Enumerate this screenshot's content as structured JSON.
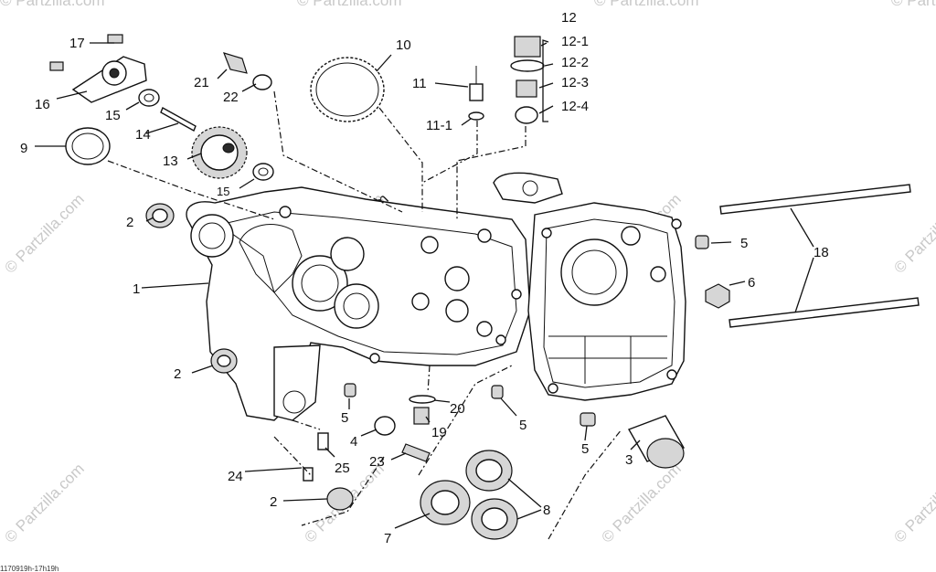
{
  "diagram": {
    "callouts": [
      {
        "id": "c1",
        "text": "1"
      },
      {
        "id": "c2a",
        "text": "2"
      },
      {
        "id": "c2b",
        "text": "2"
      },
      {
        "id": "c2c",
        "text": "2"
      },
      {
        "id": "c3",
        "text": "3"
      },
      {
        "id": "c4",
        "text": "4"
      },
      {
        "id": "c5a",
        "text": "5"
      },
      {
        "id": "c5b",
        "text": "5"
      },
      {
        "id": "c5c",
        "text": "5"
      },
      {
        "id": "c5d",
        "text": "5"
      },
      {
        "id": "c6",
        "text": "6"
      },
      {
        "id": "c7",
        "text": "7"
      },
      {
        "id": "c8",
        "text": "8"
      },
      {
        "id": "c9",
        "text": "9"
      },
      {
        "id": "c10",
        "text": "10"
      },
      {
        "id": "c11",
        "text": "11"
      },
      {
        "id": "c11_1",
        "text": "11-1"
      },
      {
        "id": "c12",
        "text": "12"
      },
      {
        "id": "c12_1",
        "text": "12-1"
      },
      {
        "id": "c12_2",
        "text": "12-2"
      },
      {
        "id": "c12_3",
        "text": "12-3"
      },
      {
        "id": "c12_4",
        "text": "12-4"
      },
      {
        "id": "c13",
        "text": "13"
      },
      {
        "id": "c14",
        "text": "14"
      },
      {
        "id": "c15a",
        "text": "15"
      },
      {
        "id": "c15b",
        "text": "15"
      },
      {
        "id": "c16",
        "text": "16"
      },
      {
        "id": "c17",
        "text": "17"
      },
      {
        "id": "c18",
        "text": "18"
      },
      {
        "id": "c19",
        "text": "19"
      },
      {
        "id": "c20",
        "text": "20"
      },
      {
        "id": "c21",
        "text": "21"
      },
      {
        "id": "c22",
        "text": "22"
      },
      {
        "id": "c23",
        "text": "23"
      },
      {
        "id": "c24",
        "text": "24"
      },
      {
        "id": "c25",
        "text": "25"
      }
    ],
    "watermark": "© Partzilla.com",
    "reference_code": "1170919h-17h19h"
  }
}
